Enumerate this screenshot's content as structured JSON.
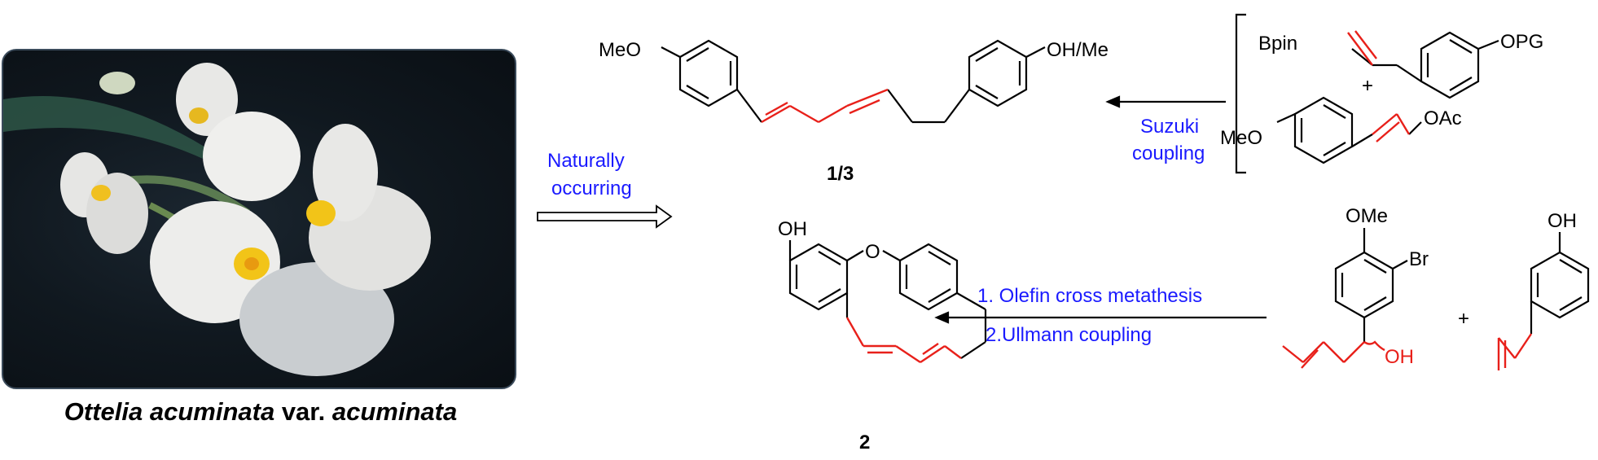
{
  "photo": {
    "subject": "white flowers with yellow centers",
    "caption_species": "Ottelia acuminata",
    "caption_var": "var.",
    "caption_variety": "acuminata"
  },
  "arrows": {
    "naturally_occurring": {
      "line1": "Naturally",
      "line2": "occurring"
    },
    "suzuki": {
      "line1": "Suzuki",
      "line2": "coupling"
    },
    "metathesis": {
      "step1": "1. Olefin cross metathesis",
      "step2": "2.Ullmann coupling"
    }
  },
  "compounds": {
    "c13": {
      "label": "1/3",
      "left_sub": "MeO",
      "right_sub": "OH/Me"
    },
    "c2": {
      "label": "2",
      "oh": "OH",
      "o": "O"
    },
    "boronate": {
      "bpin": "Bpin",
      "opg": "OPG"
    },
    "plus1": "+",
    "acetate": {
      "meo": "MeO",
      "oac": "OAc"
    },
    "bromide": {
      "ome": "OMe",
      "br": "Br",
      "oh": "OH"
    },
    "plus2": "+",
    "phenol": {
      "oh": "OH"
    }
  },
  "colors": {
    "highlight": "#e8201a",
    "blue_text": "#1a1aff",
    "bond": "#000000"
  }
}
